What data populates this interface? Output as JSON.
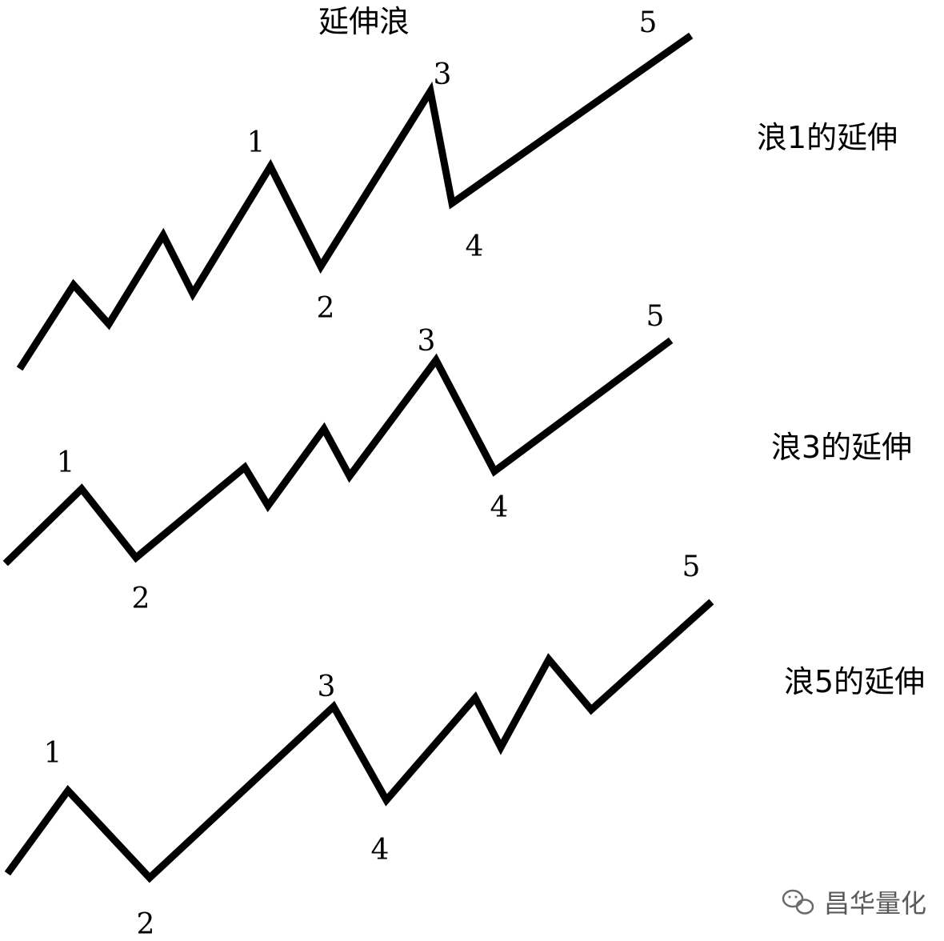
{
  "title": "延伸浪",
  "wave_labels": [
    "1",
    "2",
    "3",
    "4",
    "5"
  ],
  "panels": [
    {
      "caption": "浪1的延伸"
    },
    {
      "caption": "浪3的延伸"
    },
    {
      "caption": "浪5的延伸"
    }
  ],
  "watermark": {
    "text": "昌华量化",
    "icon": "wechat-icon"
  }
}
